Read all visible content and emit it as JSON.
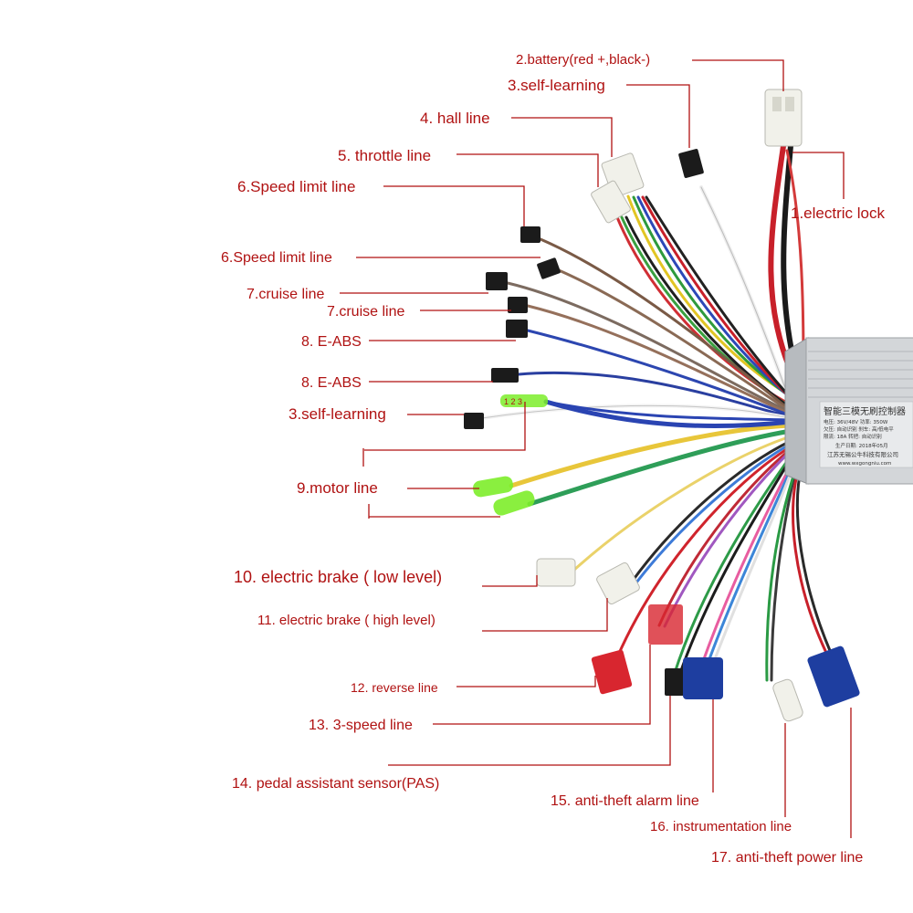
{
  "colors": {
    "label": "#b01212",
    "controller_body": "#d3d6d9",
    "connector_white": "#f1f1ea",
    "connector_black": "#1b1b1b",
    "connector_red": "#d8262f",
    "connector_blue": "#1e3ea0",
    "sleeve_green": "#7ded2a"
  },
  "labels": {
    "battery": "2.battery(red +,black-)",
    "self_learning_top": "3.self-learning",
    "hall": "4. hall line",
    "throttle": "5. throttle line",
    "speed_limit_1": "6.Speed limit line",
    "speed_limit_2": "6.Speed limit line",
    "electric_lock": "1.electric lock",
    "cruise_1": "7.cruise line",
    "cruise_2": "7.cruise line",
    "eabs_1": "8. E-ABS",
    "eabs_2": "8. E-ABS",
    "self_learning_bottom": "3.self-learning",
    "motor": "9.motor line",
    "brake_low": "10. electric brake ( low level)",
    "brake_high": "11. electric brake ( high level)",
    "reverse": "12. reverse line",
    "three_speed": "13. 3-speed line",
    "pas": "14. pedal assistant sensor(PAS)",
    "alarm": "15. anti-theft alarm line",
    "instrumentation": "16. instrumentation line",
    "antitheft_power": "17. anti-theft power line"
  },
  "controller": {
    "title": "智能三模无刷控制器",
    "spec_line_1": "电压: 36V/48V    功率: 350W",
    "spec_line_2": "欠压: 自动识别    刹车: 高/低电平",
    "spec_line_3": "限流: 18A          转把: 自动识别",
    "date_line": "生产日期: 2018年05月",
    "maker": "江苏无锡公牛科技有限公司",
    "website": "www.wxgongniu.com"
  },
  "sleeve_marking": "1 2 3"
}
